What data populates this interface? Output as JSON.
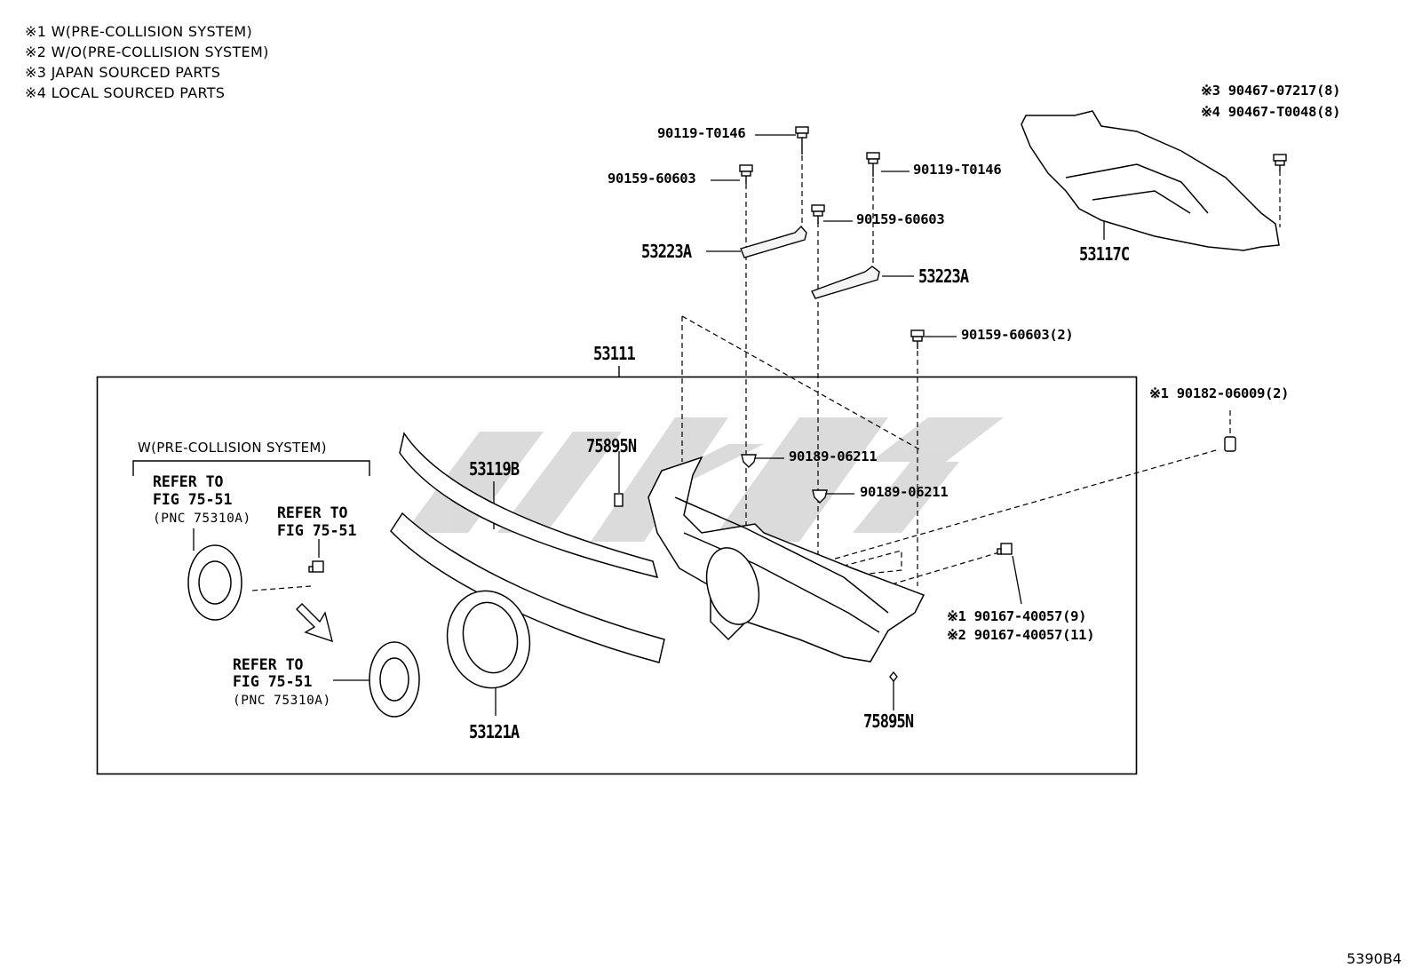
{
  "legend": [
    "※1 W(PRE-COLLISION SYSTEM)",
    "※2 W/O(PRE-COLLISION SYSTEM)",
    "※3 JAPAN SOURCED PARTS",
    "※4 LOCAL SOURCED PARTS"
  ],
  "labels": {
    "bolt_top_left": "90119-T0146",
    "bolt_left": "90159-60603",
    "bolt_top_right": "90119-T0146",
    "bolt_mid": "90159-60603",
    "bracket_left": "53223A",
    "bracket_right": "53223A",
    "bolt_right_2": "90159-60603(2)",
    "assembly": "53111",
    "clip_upper": "90189-06211",
    "clip_lower": "90189-06211",
    "nut_1": "※1 90182-06009(2)",
    "screw_1": "※1 90167-40057(9)",
    "screw_2": "※2 90167-40057(11)",
    "molding": "53119B",
    "emblem_label_upper": "75895N",
    "emblem_label_lower": "75895N",
    "emblem_frame": "53121A",
    "cover": "53117C",
    "cover_bolt_3": "※3 90467-07217(8)",
    "cover_bolt_4": "※4 90467-T0048(8)",
    "pcs_title": "W(PRE-COLLISION SYSTEM)",
    "ref1_line1": "REFER TO",
    "ref1_line2": "FIG 75-51",
    "ref1_line3": "(PNC 75310A)",
    "ref2_line1": "REFER TO",
    "ref2_line2": "FIG 75-51",
    "ref3_line1": "REFER TO",
    "ref3_line2": "FIG 75-51",
    "ref3_line3": "(PNC 75310A)"
  },
  "diagram_code": "5390B4"
}
